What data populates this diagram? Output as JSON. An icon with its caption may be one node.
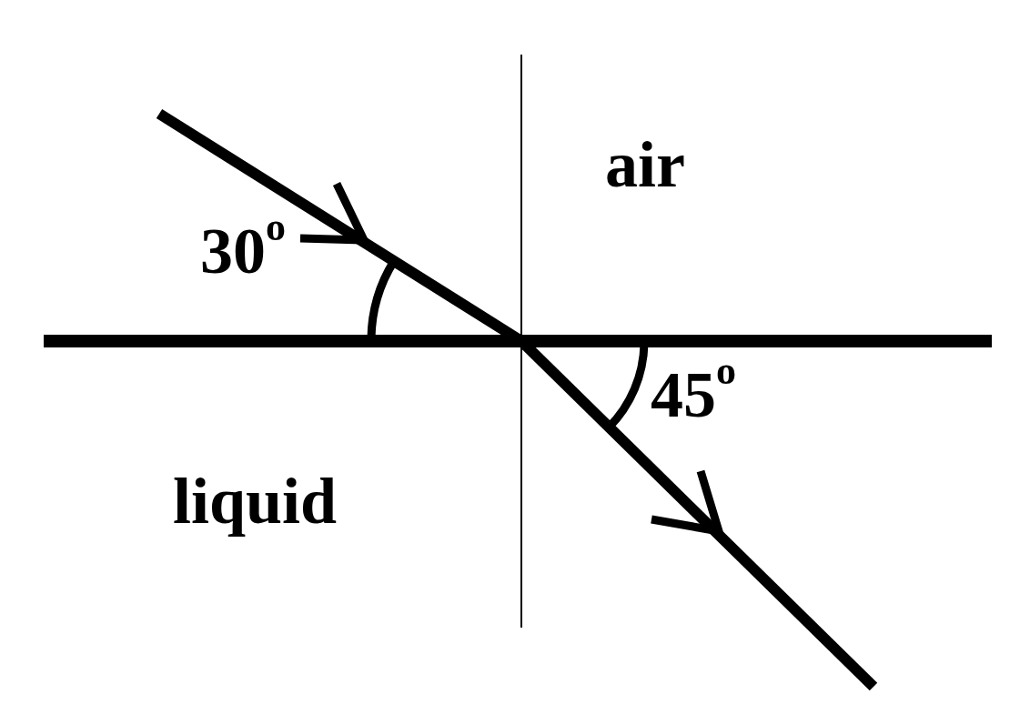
{
  "diagram": {
    "labels": [
      "air",
      "30$^{o}$",
      "45$^{o}$",
      "liquid"
    ]
  }
}
